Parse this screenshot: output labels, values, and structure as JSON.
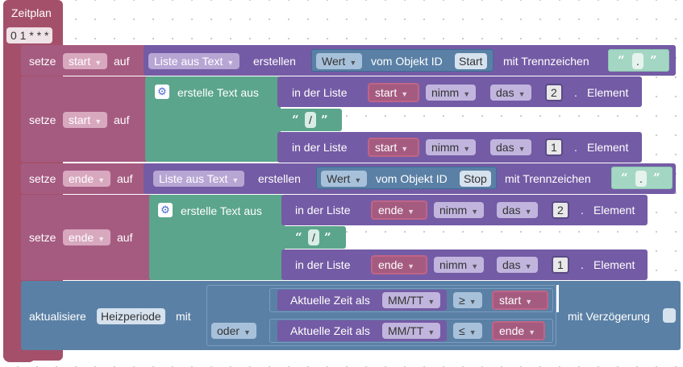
{
  "trigger": {
    "title": "Zeitplan",
    "cron": "0 1 * * *"
  },
  "s1": {
    "setze": "setze",
    "var": "start",
    "auf": "auf",
    "list_text": "Liste aus Text",
    "erstellen": "erstellen",
    "wert": "Wert",
    "vom_objekt": "vom Objekt ID",
    "obj": "Start",
    "trenn": "mit Trennzeichen",
    "sep": "."
  },
  "s2": {
    "setze": "setze",
    "var": "start",
    "auf": "auf",
    "erstelle": "erstelle Text aus",
    "r1": {
      "inliste": "in der Liste",
      "list": "start",
      "nimm": "nimm",
      "das": "das",
      "n": "2",
      "dot": ".",
      "elem": "Element"
    },
    "sep": "/",
    "r2": {
      "inliste": "in der Liste",
      "list": "start",
      "nimm": "nimm",
      "das": "das",
      "n": "1",
      "dot": ".",
      "elem": "Element"
    }
  },
  "s3": {
    "setze": "setze",
    "var": "ende",
    "auf": "auf",
    "list_text": "Liste aus Text",
    "erstellen": "erstellen",
    "wert": "Wert",
    "vom_objekt": "vom Objekt ID",
    "obj": "Stop",
    "trenn": "mit Trennzeichen",
    "sep": "."
  },
  "s4": {
    "setze": "setze",
    "var": "ende",
    "auf": "auf",
    "erstelle": "erstelle Text aus",
    "r1": {
      "inliste": "in der Liste",
      "list": "ende",
      "nimm": "nimm",
      "das": "das",
      "n": "2",
      "dot": ".",
      "elem": "Element"
    },
    "sep": "/",
    "r2": {
      "inliste": "in der Liste",
      "list": "ende",
      "nimm": "nimm",
      "das": "das",
      "n": "1",
      "dot": ".",
      "elem": "Element"
    }
  },
  "upd": {
    "label": "aktualisiere",
    "var": "Heizperiode",
    "mit": "mit",
    "oder": "oder",
    "delay": "mit Verzögerung",
    "c1": {
      "zeit": "Aktuelle Zeit als",
      "fmt": "MM/TT",
      "op": "≥",
      "val": "start"
    },
    "c2": {
      "zeit": "Aktuelle Zeit als",
      "fmt": "MM/TT",
      "op": "≤",
      "val": "ende"
    }
  },
  "colors": {
    "trigger": "#a5506b",
    "var": "#a55b80",
    "text": "#5ba58c",
    "list": "#745ba5",
    "iobroker": "#5a80a5",
    "logic": "#5b80a5"
  }
}
